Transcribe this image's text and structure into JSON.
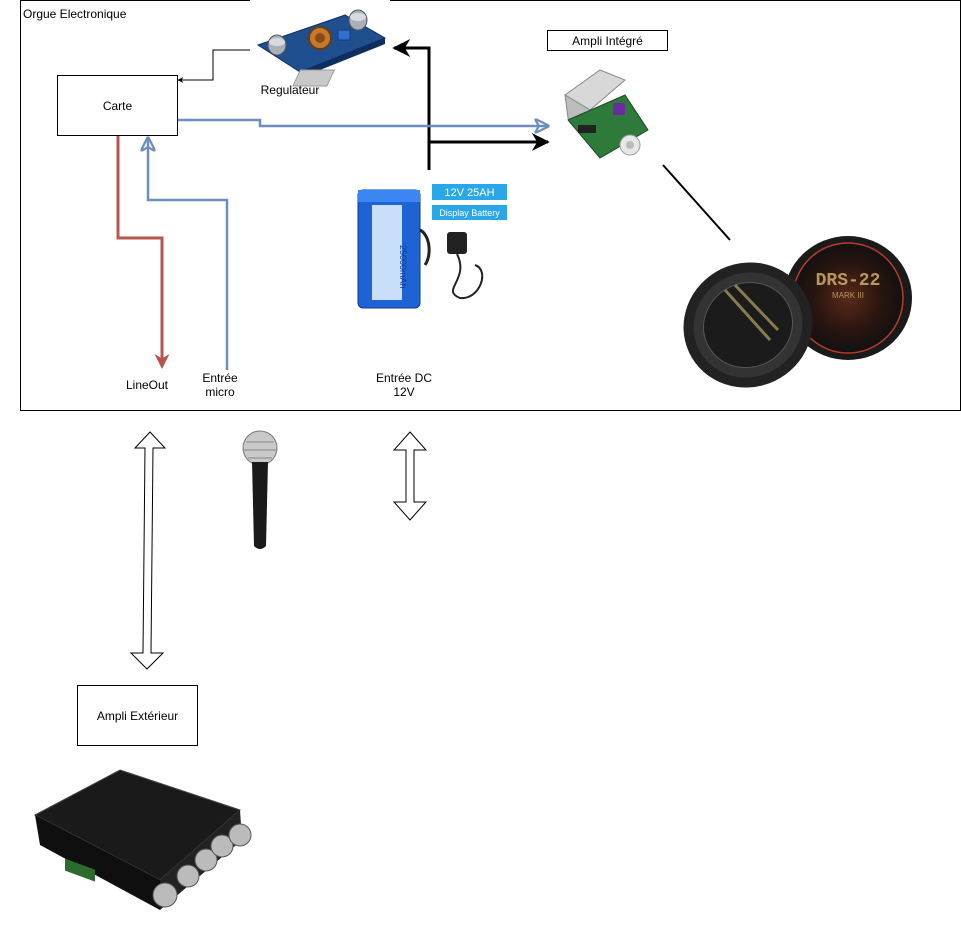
{
  "container": {
    "title": "Orgue Electronique"
  },
  "nodes": {
    "carte": "Carte",
    "regulateur": "Regulateur",
    "ampli_integre": "Ampli Intégré",
    "lineout": "LineOut",
    "entree_micro_line1": "Entrée",
    "entree_micro_line2": "micro",
    "entree_dc_line1": "Entrée DC",
    "entree_dc_line2": "12V",
    "ampli_exterieur": "Ampli Extérieur"
  },
  "battery": {
    "label1": "12V  25AH",
    "label2": "Display Battery",
    "capacity": "25000mAh"
  },
  "speaker": {
    "brand": "DRS-22",
    "model": "MARK III"
  },
  "colors": {
    "red_wire": "#b85450",
    "blue_wire": "#6c8ebf",
    "black": "#000000",
    "battery_blue": "#1e63d6"
  }
}
